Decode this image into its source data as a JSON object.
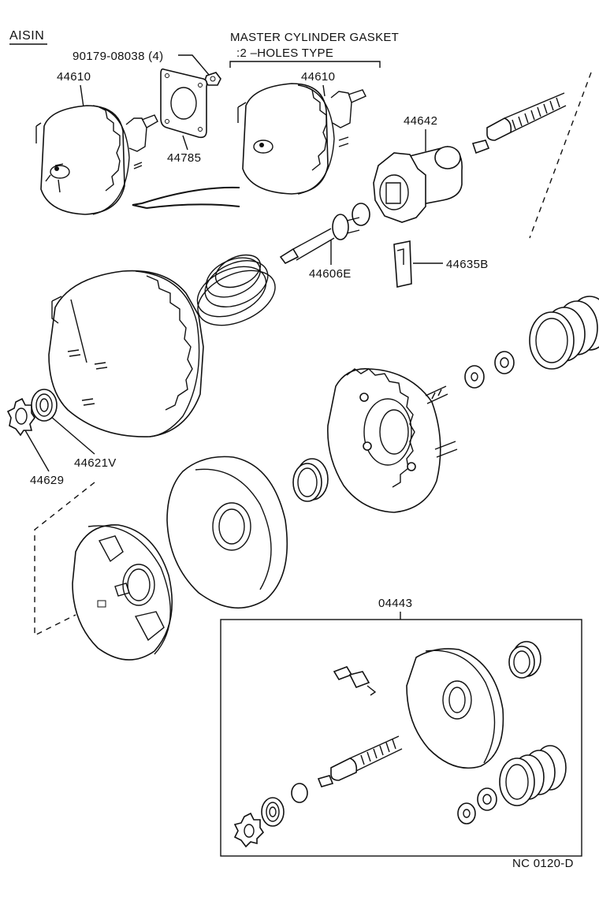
{
  "brand": "AISIN",
  "header": {
    "title_line1": "MASTER CYLINDER GASKET",
    "title_line2": ":2 –HOLES TYPE"
  },
  "part_labels": {
    "bolt": "90179-08038 (4)",
    "booster_left": "44610",
    "booster_right": "44610",
    "gasket": "44785",
    "valve_body": "44642",
    "push_rod": "44606E",
    "key": "44635B",
    "seal": "44621V",
    "retainer": "44629",
    "kit": "04443"
  },
  "footer_code": "NC 0120-D"
}
